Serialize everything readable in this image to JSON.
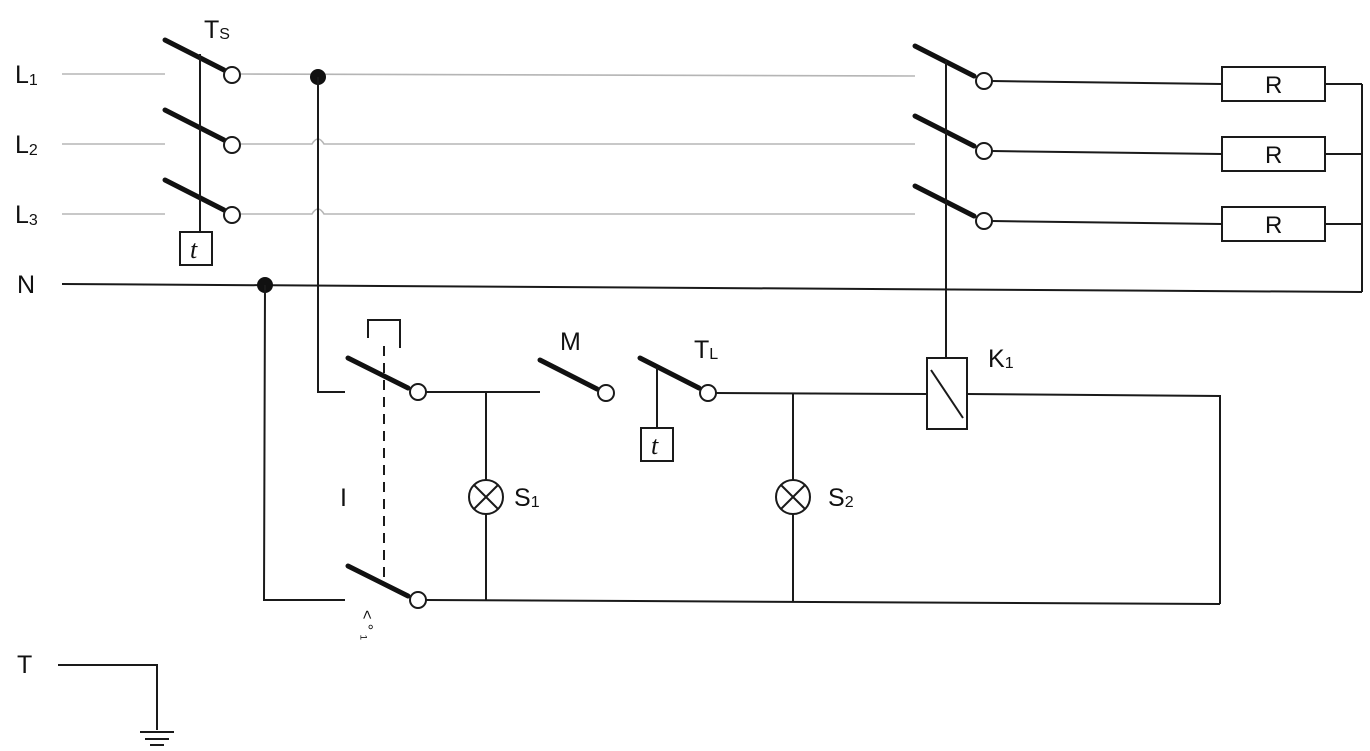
{
  "lines": [
    {
      "main": "L",
      "sub": "1"
    },
    {
      "main": "L",
      "sub": "2"
    },
    {
      "main": "L",
      "sub": "3"
    }
  ],
  "neutral": "N",
  "earth": "T",
  "components": {
    "ts": {
      "main": "T",
      "sub": "S"
    },
    "tl": {
      "main": "T",
      "sub": "L"
    },
    "k1": {
      "main": "K",
      "sub": "1"
    },
    "m": "M",
    "i": "I",
    "s1": {
      "main": "S",
      "sub": "1"
    },
    "s2": {
      "main": "S",
      "sub": "2"
    },
    "timer": "t",
    "resistor": "R",
    "switch_mark": "< ° ₁"
  },
  "colors": {
    "wire": "#1a1a1a",
    "light_wire": "#b5b5b5"
  }
}
